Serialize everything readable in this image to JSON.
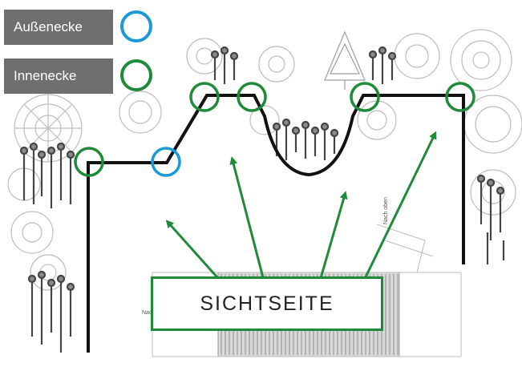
{
  "legend": {
    "outer_corner_label": "Außenecke",
    "inner_corner_label": "Innenecke"
  },
  "plan_labels": {
    "sichtseite": "SICHTSEITE",
    "nach_oben": "Nach oben",
    "left_small": "Nac"
  },
  "colors": {
    "outer_corner": "#1a9ad6",
    "inner_corner": "#1f8a3a",
    "arrow": "#1f8a3a",
    "fence_line": "#111111",
    "legend_bg": "#6f6f6f",
    "vegetation": "#b8b8b8"
  },
  "icons": [
    "tree-icon",
    "shrub-icon",
    "flower-icon",
    "conifer-icon",
    "terrace-hatch",
    "arrow-icon"
  ]
}
